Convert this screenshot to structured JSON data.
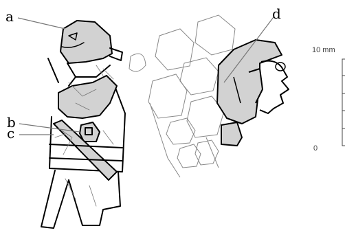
{
  "labels": {
    "a": "a",
    "b": "b",
    "c": "c",
    "d": "d"
  },
  "scale": {
    "top": "10 mm",
    "bottom": "0"
  },
  "colors": {
    "fill": "#d2d2d2",
    "stroke": "#000000",
    "thin_stroke": "#777777"
  }
}
